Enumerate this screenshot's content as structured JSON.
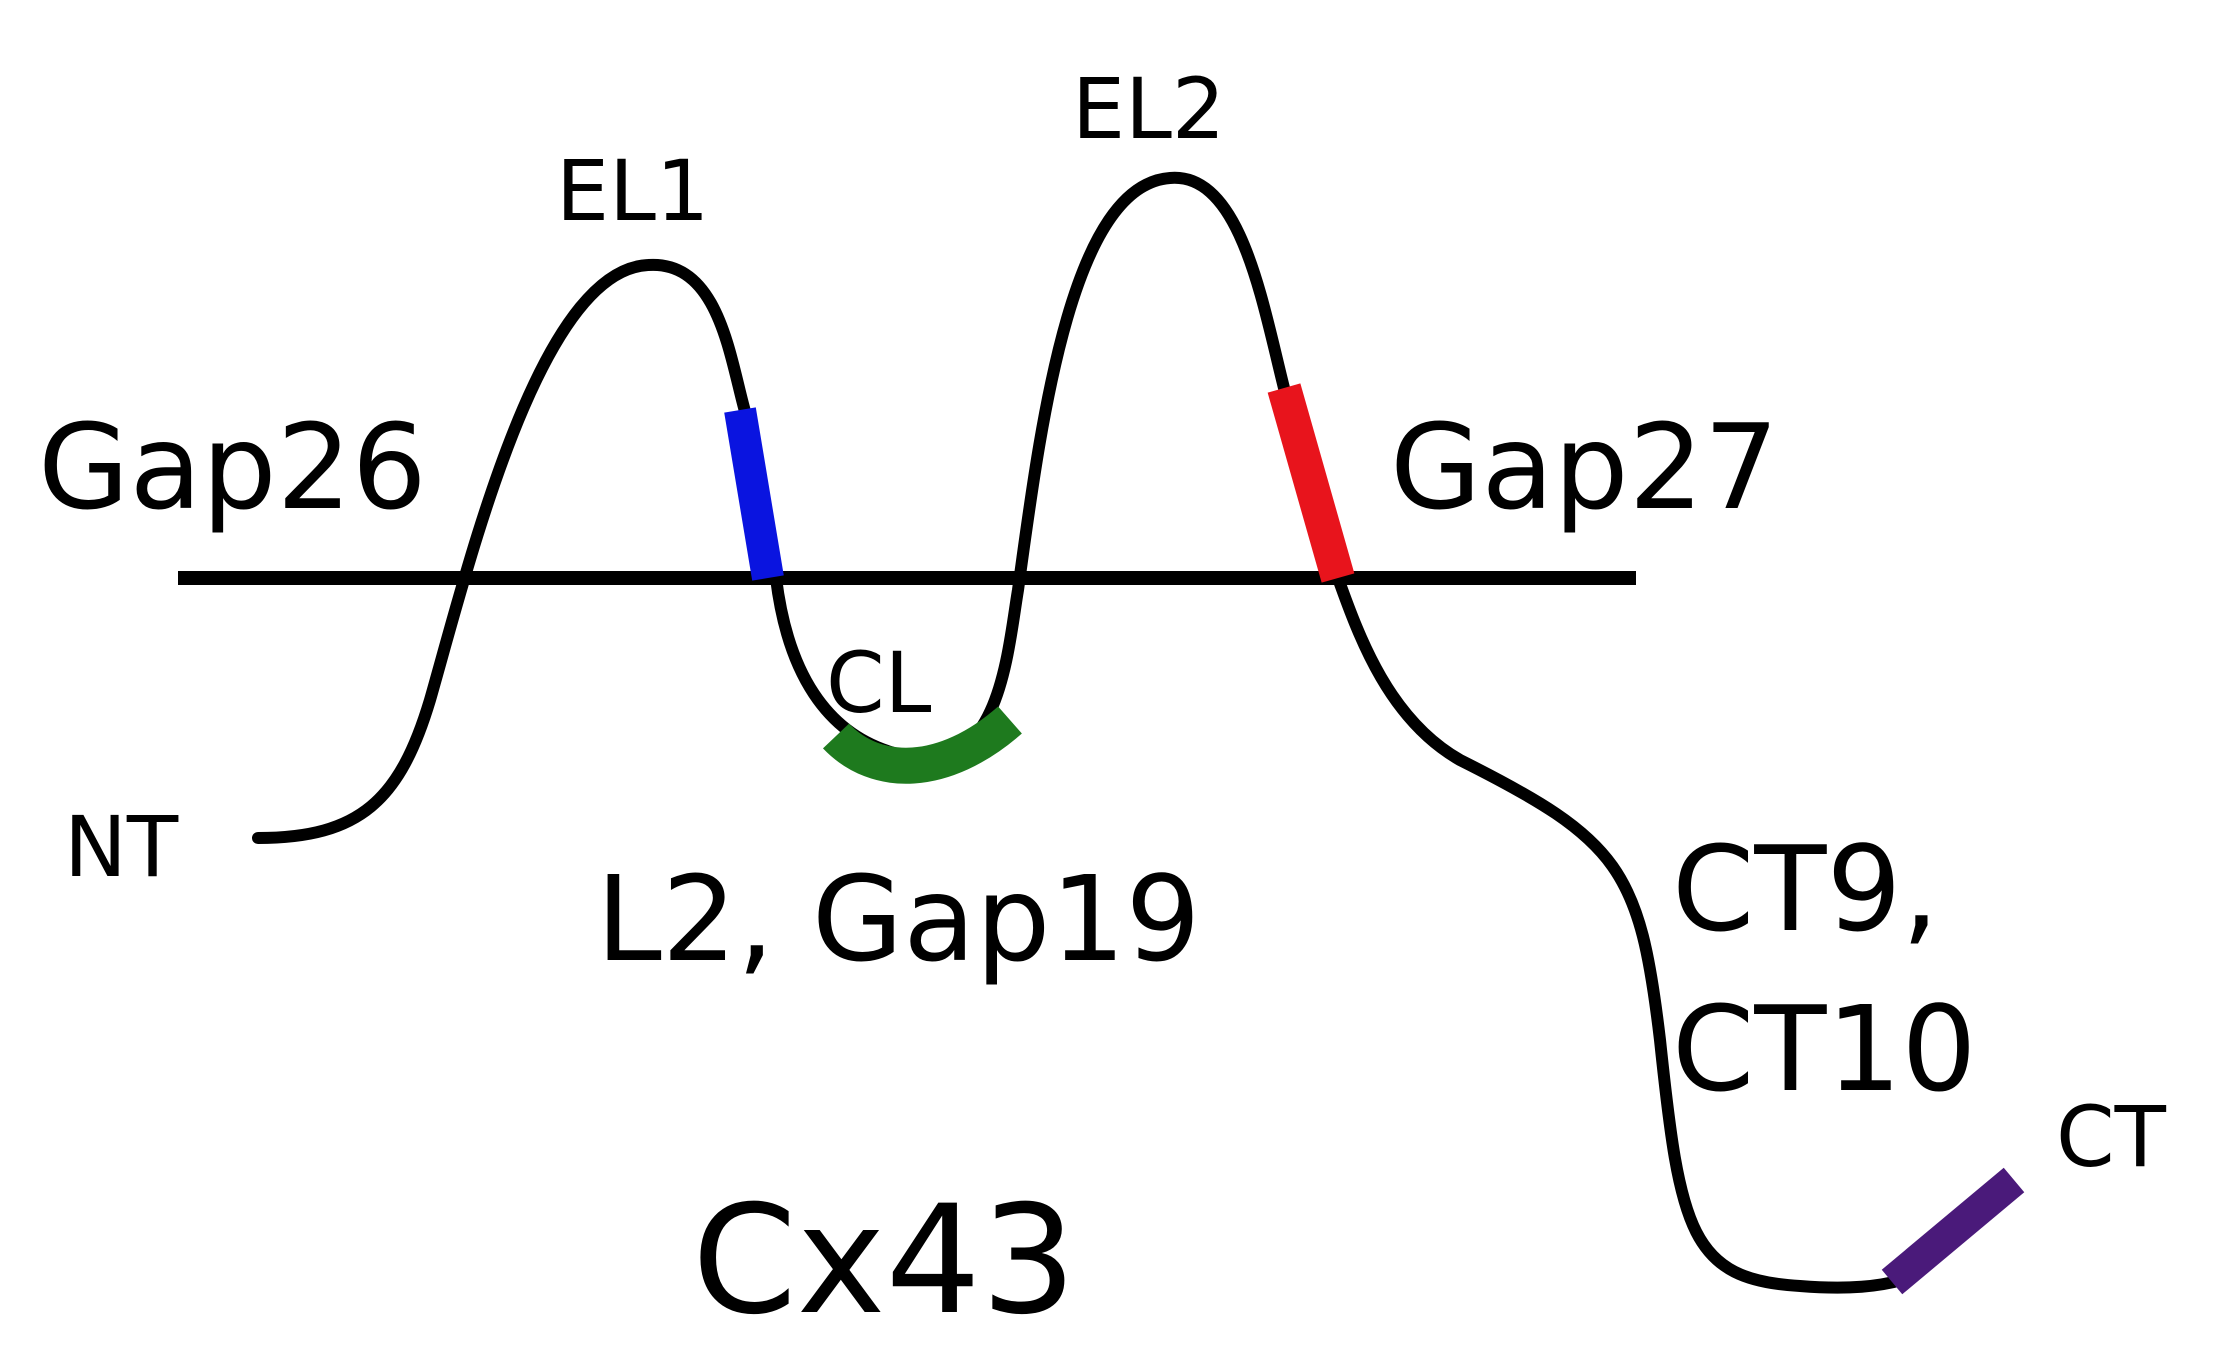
{
  "diagram": {
    "labels": {
      "el1": "EL1",
      "el2": "EL2",
      "cl": "CL",
      "nt": "NT",
      "ct": "CT",
      "protein": "Cx43",
      "gap26": "Gap26",
      "gap27": "Gap27",
      "l2_gap19": "L2, Gap19",
      "ct9": "CT9,",
      "ct10": "CT10"
    },
    "colors": {
      "backbone": "#000000",
      "membrane": "#000000",
      "gap26": "#0a14e0",
      "gap27": "#e8141c",
      "l2_gap19": "#1e7a1e",
      "ct9_ct10": "#4a1a7a"
    }
  }
}
